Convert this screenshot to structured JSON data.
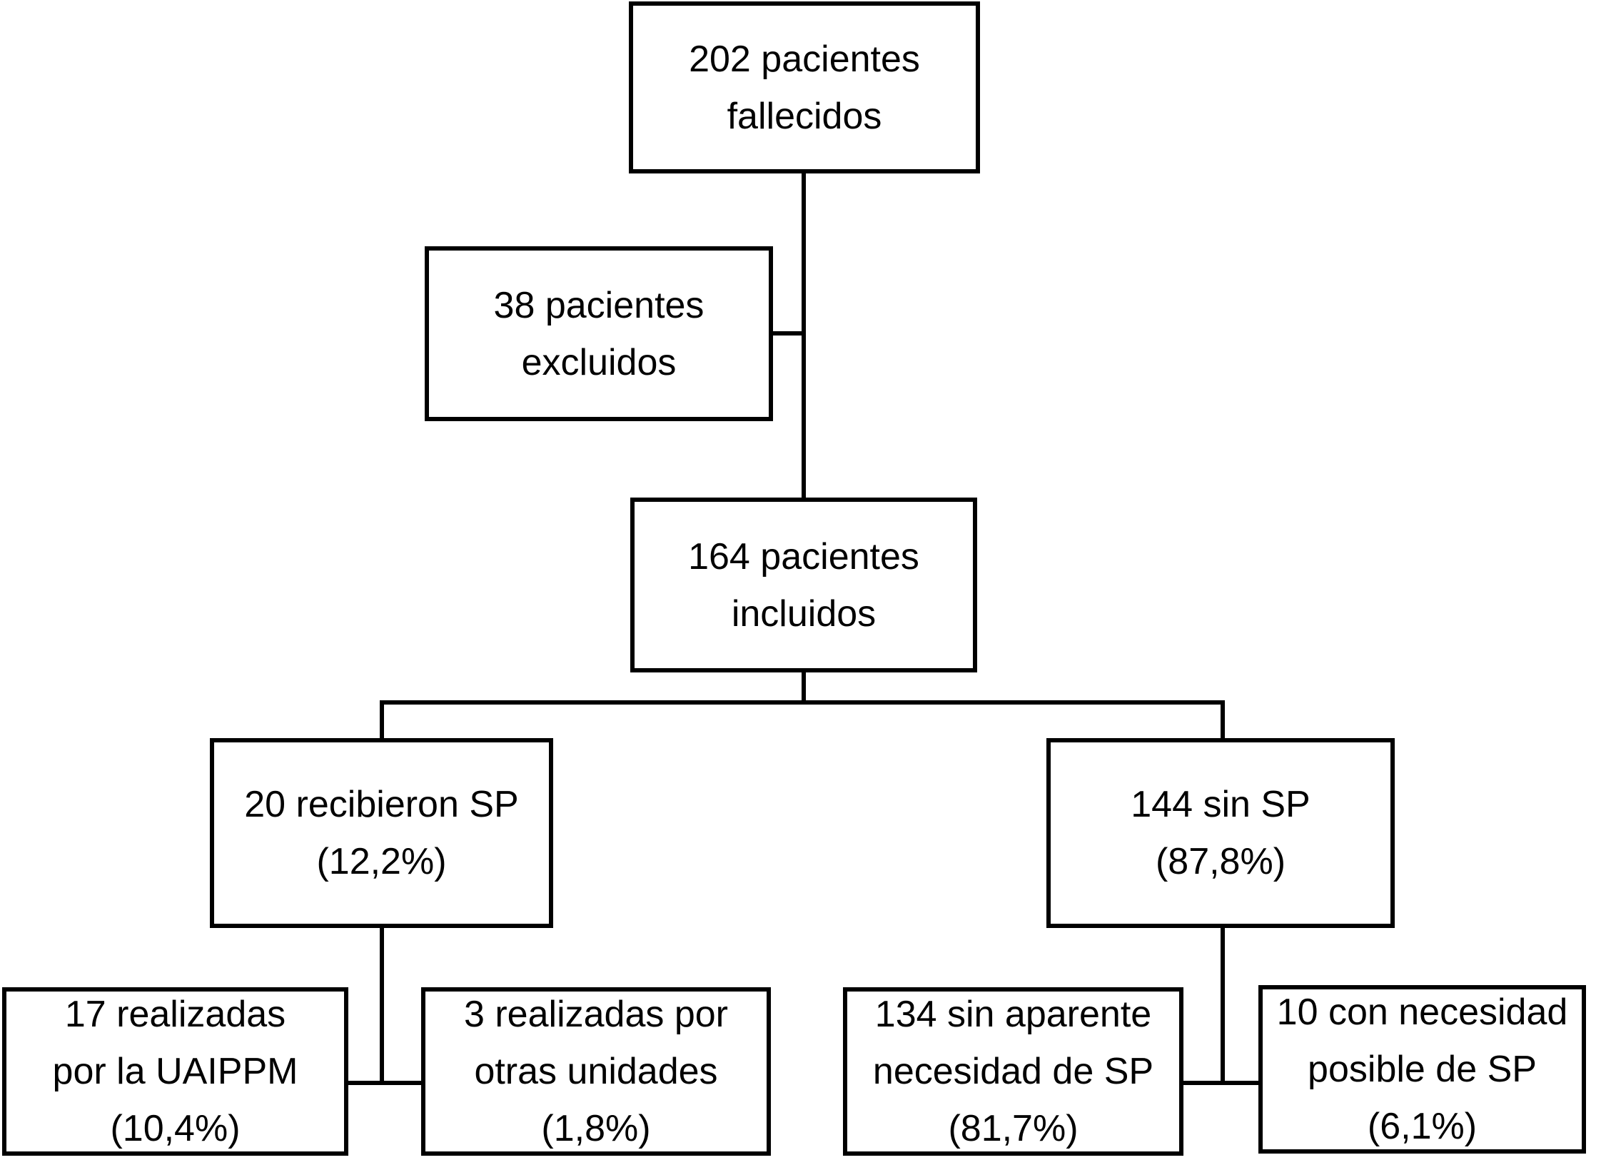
{
  "diagram": {
    "type": "patient-flow-diagram",
    "language": "es",
    "colors": {
      "background": "#ffffff",
      "box_fill": "#ffffff",
      "line": "#000000",
      "text": "#000000"
    },
    "nodes": {
      "deceased": {
        "line1": "202 pacientes",
        "line2": "fallecidos"
      },
      "excluded": {
        "line1": "38 pacientes",
        "line2": "excluidos"
      },
      "included": {
        "line1": "164 pacientes",
        "line2": "incluidos"
      },
      "received_sp": {
        "line1": "20 recibieron SP",
        "line2": "(12,2%)"
      },
      "without_sp": {
        "line1": "144 sin SP",
        "line2": "(87,8%)"
      },
      "uaippm": {
        "line1": "17 realizadas",
        "line2": "por la UAIPPM",
        "line3": "(10,4%)"
      },
      "other_units": {
        "line1": "3 realizadas por",
        "line2": "otras unidades",
        "line3": "(1,8%)"
      },
      "no_apparent_need": {
        "line1": "134 sin aparente",
        "line2": "necesidad de SP",
        "line3": "(81,7%)"
      },
      "possible_need": {
        "line1": "10 con necesidad",
        "line2": "posible de SP",
        "line3": "(6,1%)"
      }
    }
  }
}
